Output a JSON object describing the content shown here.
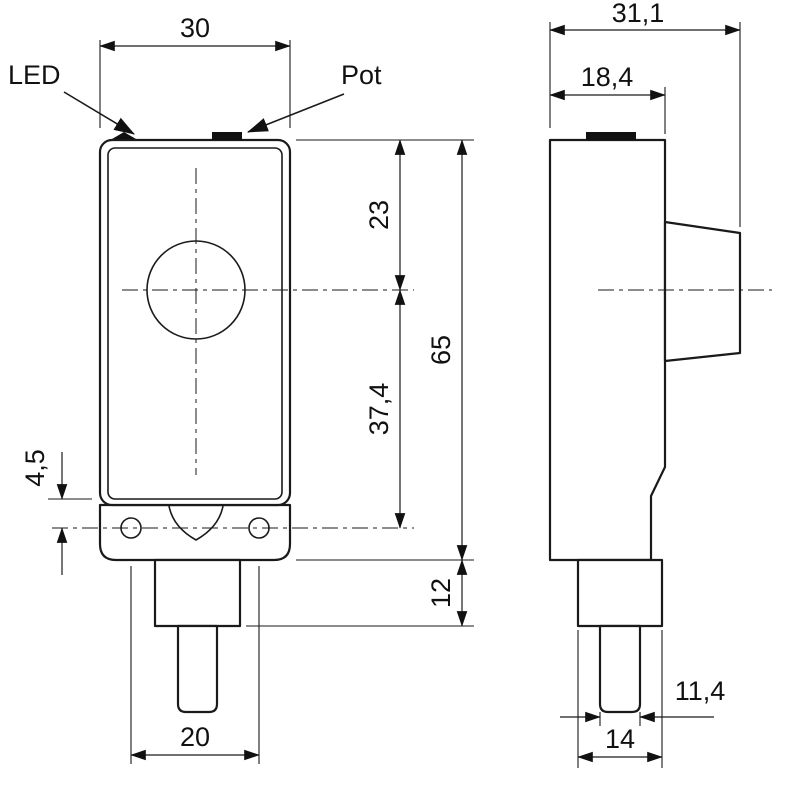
{
  "labels": {
    "led": "LED",
    "pot": "Pot"
  },
  "front_view": {
    "width": "30",
    "top_to_circle": "23",
    "circle_to_holes": "37,4",
    "body_height": "65",
    "hole_offset": "4,5",
    "gland_height": "12",
    "hole_spacing": "20"
  },
  "side_view": {
    "total_depth": "31,1",
    "body_depth": "18,4",
    "stub_width": "11,4",
    "gland_width": "14"
  }
}
